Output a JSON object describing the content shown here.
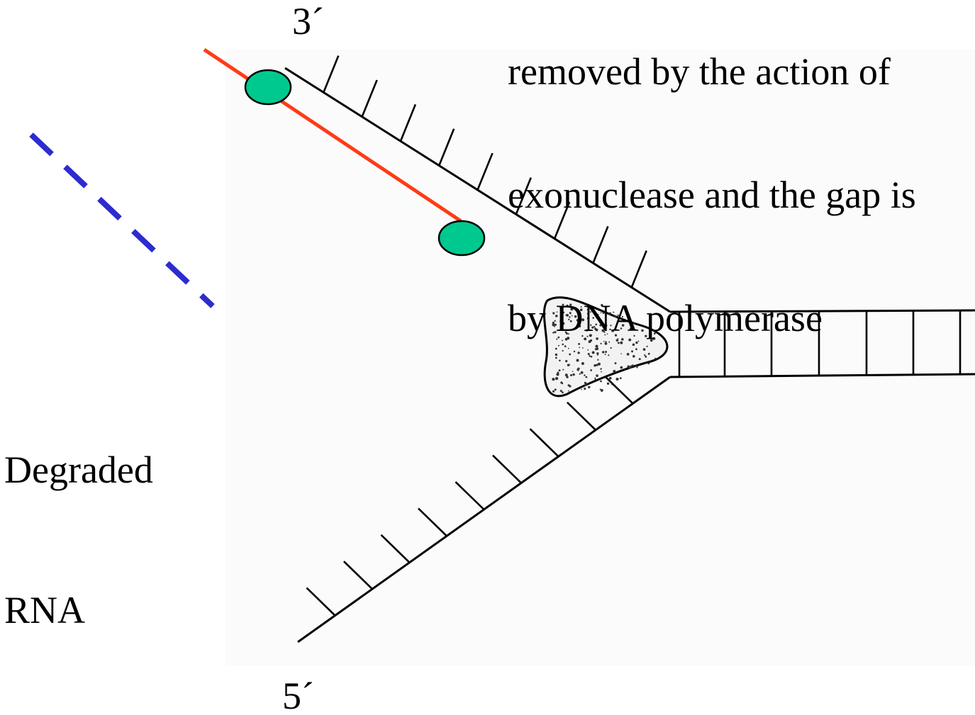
{
  "caption": {
    "lines": [
      "removed by the action of",
      "exonuclease and the gap is",
      "by DNA polymerase"
    ]
  },
  "labels": {
    "three_prime": "3´",
    "five_prime": "5´",
    "degraded_line1": "Degraded",
    "degraded_line2": "RNA"
  },
  "colors": {
    "strand": "#000000",
    "rna_primer": "#ff3b14",
    "primer_ends": "#00c98f",
    "degraded_rna": "#2c2ccf",
    "enzyme_fill": "#f4f4f4"
  }
}
